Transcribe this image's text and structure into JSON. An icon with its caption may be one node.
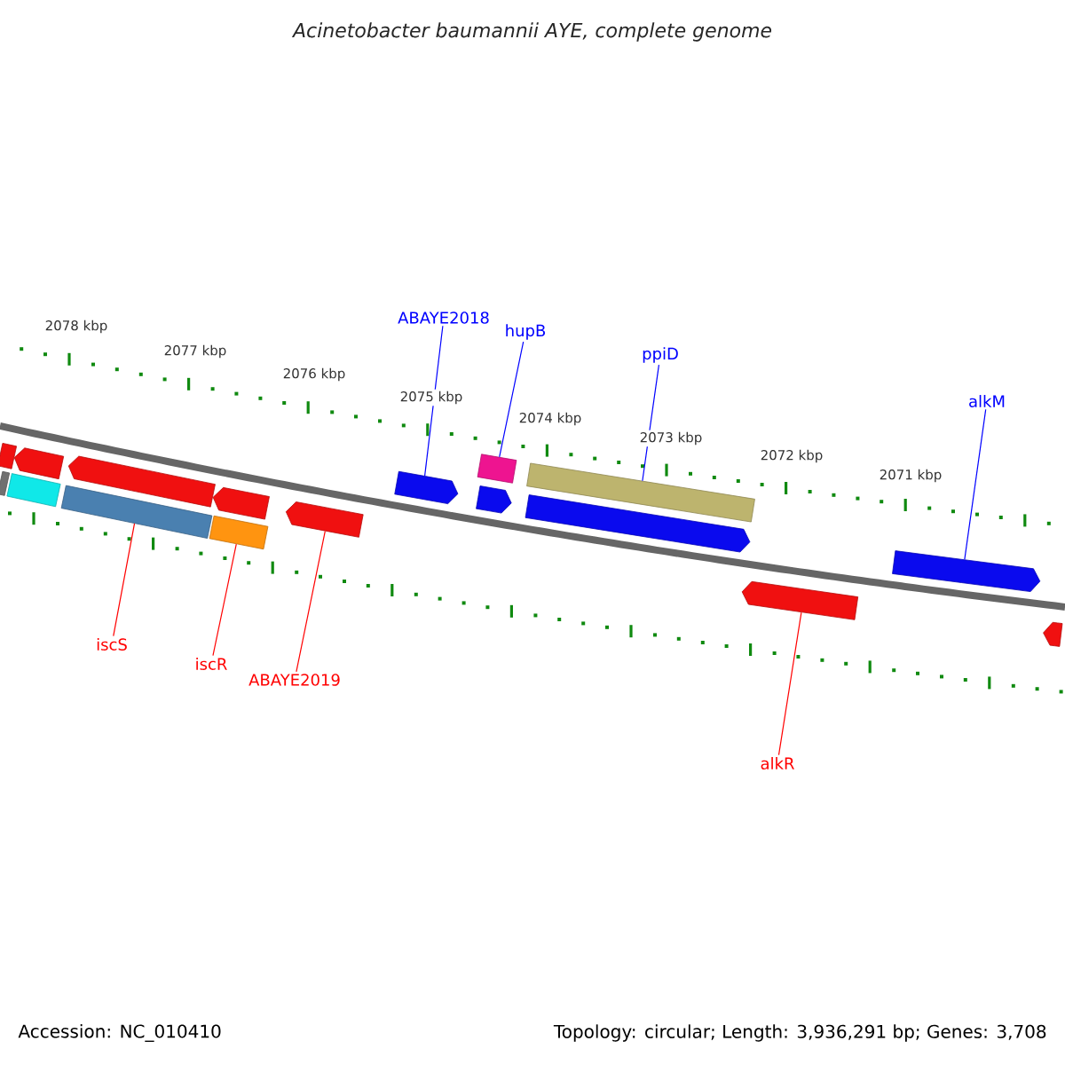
{
  "diagram": {
    "title": "Acinetobacter baumannii AYE, complete genome",
    "nodes": [
      {
        "text": [
          "ABAYE2018"
        ]
      },
      {
        "text": [
          "hupB"
        ]
      },
      {
        "text": [
          "ppiD"
        ]
      },
      {
        "text": [
          "alkM"
        ]
      },
      {
        "text": [
          "iscS"
        ]
      },
      {
        "text": [
          "iscR"
        ]
      },
      {
        "text": [
          "ABAYE2019"
        ]
      },
      {
        "text": [
          "alkR"
        ]
      },
      {
        "text": [],
        "shape": "box"
      },
      {
        "text": [],
        "shape": "pentagon"
      },
      {
        "text": [],
        "shape": "box"
      },
      {
        "text": [],
        "shape": "box"
      },
      {
        "text": [],
        "shape": "pentagon"
      },
      {
        "text": [],
        "shape": "box"
      },
      {
        "text": [],
        "shape": "pentagon"
      },
      {
        "text": [],
        "shape": "box"
      },
      {
        "text": [],
        "shape": "pentagon"
      },
      {
        "text": [],
        "shape": "pentagon"
      },
      {
        "text": [],
        "shape": "box"
      },
      {
        "text": [],
        "shape": "pentagon"
      },
      {
        "text": [],
        "shape": "box"
      },
      {
        "text": [],
        "shape": "pentagon"
      },
      {
        "text": [],
        "shape": "pentagon"
      },
      {
        "text": [],
        "shape": "pentagon"
      },
      {
        "text": [],
        "shape": "pentagon"
      }
    ],
    "edges": [
      {
        "from": 0,
        "to": 17,
        "arrow": "none"
      },
      {
        "from": 1,
        "to": 18,
        "arrow": "none"
      },
      {
        "from": 2,
        "to": 20,
        "arrow": "none"
      },
      {
        "from": 3,
        "to": 23,
        "arrow": "none"
      },
      {
        "from": 4,
        "to": 13,
        "arrow": "none",
        "color": "#ff0000"
      },
      {
        "from": 5,
        "to": 15,
        "arrow": "none",
        "color": "#ff0000"
      },
      {
        "from": 6,
        "to": 16,
        "arrow": "none",
        "color": "#ff0000"
      },
      {
        "from": 7,
        "to": 22,
        "arrow": "none",
        "color": "#ff0000"
      }
    ],
    "labels": [
      "2078 kbp",
      "2077 kbp",
      "2076 kbp",
      "2075 kbp",
      "2074 kbp",
      "2073 kbp",
      "2072 kbp",
      "2071 kbp",
      "Accession: NC_010410",
      "Topology: circular; Length: 3,936,291 bp; Genes: 3,708"
    ]
  }
}
